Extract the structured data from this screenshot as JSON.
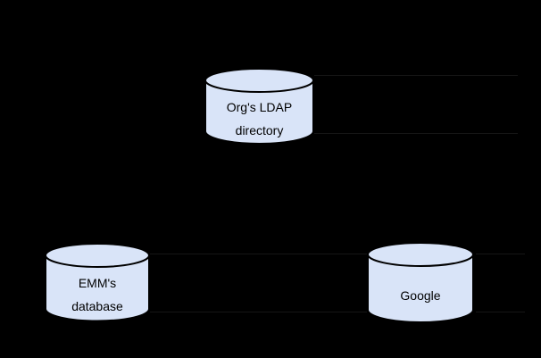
{
  "canvas": {
    "background_color": "#000000"
  },
  "diagram": {
    "type": "database-sync-diagram",
    "nodes": [
      {
        "id": "orgs-ldap-directory",
        "shape": "cylinder",
        "label_lines": [
          "Org's LDAP",
          "directory"
        ]
      },
      {
        "id": "emms-database",
        "shape": "cylinder",
        "label_lines": [
          "EMM's",
          "database"
        ]
      },
      {
        "id": "google",
        "shape": "cylinder",
        "label_lines": [
          "Google"
        ]
      }
    ],
    "connectors": {
      "note": "faint horizontal connector lines, barely visible against black background",
      "color": "#161616"
    }
  },
  "colors": {
    "node_fill": "#d9e4f8",
    "node_stroke": "#000000",
    "label_color": "#000000",
    "background": "#000000",
    "faint_line": "#161616"
  }
}
